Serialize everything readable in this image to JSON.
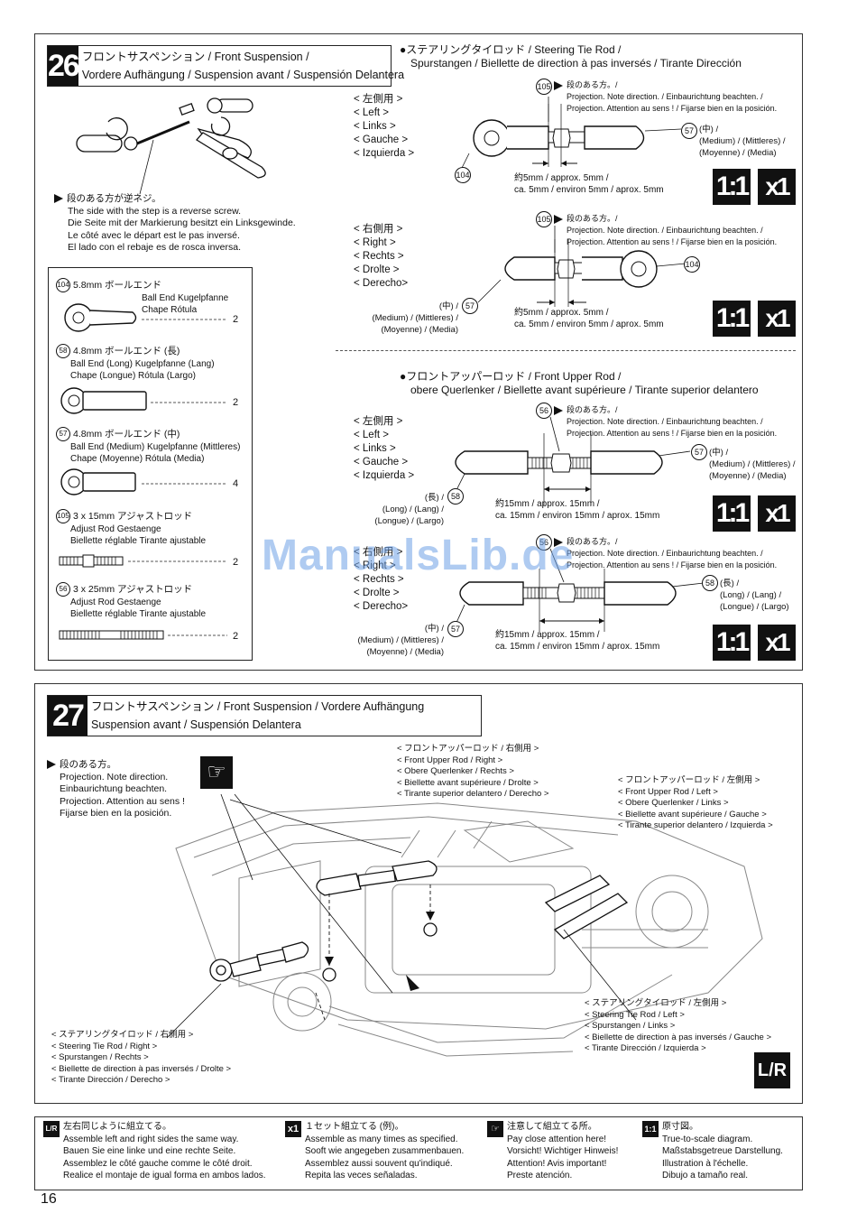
{
  "step26": {
    "number": "26",
    "title_line1": "フロントサスペンション / Front Suspension /",
    "title_line2": "Vordere Aufhängung / Suspension avant / Suspensión Delantera",
    "reverse_note": [
      "段のある方が逆ネジ。",
      "The side with the step is a reverse screw.",
      "Die Seite mit der Markierung besitzt ein Linksgewinde.",
      "Le côté avec le départ est le pas inversé.",
      "El lado con el rebaje es de rosca inversa."
    ],
    "parts": [
      {
        "id": "104",
        "name": "5.8mm ボールエンド",
        "desc1": "Ball End    Kugelpfanne",
        "desc2": "Chape    Rótula",
        "qty": "2"
      },
      {
        "id": "58",
        "name": "4.8mm ボールエンド (長)",
        "desc1": "Ball End (Long)    Kugelpfanne (Lang)",
        "desc2": "Chape (Longue)    Rótula (Largo)",
        "qty": "2"
      },
      {
        "id": "57",
        "name": "4.8mm ボールエンド (中)",
        "desc1": "Ball End (Medium)    Kugelpfanne (Mittleres)",
        "desc2": "Chape (Moyenne)    Rótula (Media)",
        "qty": "4"
      },
      {
        "id": "105",
        "name": "3 x 15mm アジャストロッド",
        "desc1": "Adjust Rod    Gestaenge",
        "desc2": "Biellette réglable    Tirante ajustable",
        "qty": "2"
      },
      {
        "id": "56",
        "name": "3 x 25mm アジャストロッド",
        "desc1": "Adjust Rod    Gestaenge",
        "desc2": "Biellette réglable    Tirante ajustable",
        "qty": "2"
      }
    ],
    "steering": {
      "title1": "ステアリングタイロッド /  Steering Tie Rod /",
      "title2": "Spurstangen / Biellette de direction à pas inversés / Tirante Dirección",
      "left_labels": [
        "< 左側用 >",
        "< Left >",
        "< Links >",
        "< Gauche >",
        "< Izquierda >"
      ],
      "right_labels": [
        "< 右側用 >",
        "< Right >",
        "< Rechts >",
        "< Drolte >",
        "< Derecho>"
      ],
      "proj_jp": "段のある方。/",
      "proj1": "Projection. Note direction. / Einbaurichtung beachten. /",
      "proj2": "Projection. Attention au sens ! / Fijarse bien en la posición.",
      "medium_jp": "(中)  /",
      "medium1": "(Medium) / (Mittleres) /",
      "medium2": "(Moyenne) / (Media)",
      "dist1": "約5mm / approx. 5mm /",
      "dist2": "ca. 5mm / environ 5mm / aprox. 5mm"
    },
    "upper": {
      "title1": "フロントアッパーロッド /  Front Upper Rod /",
      "title2": "obere Querlenker / Biellette avant supérieure / Tirante superior delantero",
      "left_labels": [
        "< 左側用 >",
        "< Left >",
        "< Links >",
        "< Gauche >",
        "< Izquierda >"
      ],
      "right_labels": [
        "< 右側用 >",
        "< Right >",
        "< Rechts >",
        "< Drolte >",
        "< Derecho>"
      ],
      "long_jp": "(長)  /",
      "long1": "(Long) / (Lang) /",
      "long2": "(Longue) / (Largo)",
      "dist1": "約15mm /  approx. 15mm /",
      "dist2": "ca. 15mm / environ 15mm / aprox. 15mm"
    },
    "scale_badge": "1:1",
    "count_badge": "x1"
  },
  "step27": {
    "number": "27",
    "title_line1": "フロントサスペンション / Front Suspension / Vordere Aufhängung",
    "title_line2": "Suspension avant / Suspensión Delantera",
    "projection_note": [
      "段のある方。",
      "Projection. Note direction.",
      "Einbaurichtung beachten.",
      "Projection. Attention au sens !",
      "Fijarse bien en la posición."
    ],
    "upper_right": [
      "< フロントアッパーロッド / 右側用 >",
      "< Front Upper Rod / Right >",
      "< Obere Querlenker / Rechts >",
      "< Biellette avant supérieure / Drolte >",
      "< Tirante superior delantero / Derecho >"
    ],
    "upper_left": [
      "< フロントアッパーロッド / 左側用 >",
      "< Front Upper Rod / Left >",
      "< Obere Querlenker / Links >",
      "< Biellette avant supérieure / Gauche >",
      "< Tirante superior delantero / Izquierda >"
    ],
    "tie_left": [
      "< ステアリングタイロッド / 左側用 >",
      "< Steering Tie Rod / Left >",
      "< Spurstangen / Links >",
      "< Biellette de direction à pas inversés / Gauche >",
      "< Tirante Dirección / Izquierda >"
    ],
    "tie_right": [
      "< ステアリングタイロッド / 右側用 >",
      "< Steering Tie Rod / Right >",
      "< Spurstangen / Rechts >",
      "< Biellette de direction à pas inversés / Drolte >",
      "< Tirante Dirección / Derecho >"
    ],
    "lr_badge": "L/R"
  },
  "legend": [
    {
      "icon": "L/R",
      "lines": [
        "左右同じように組立てる。",
        "Assemble left and right sides the same way.",
        "Bauen Sie eine linke und eine rechte Seite.",
        "Assemblez le côté gauche comme le côté droit.",
        "Realice el montaje de igual forma en ambos lados."
      ]
    },
    {
      "icon": "x1",
      "lines": [
        "１セット組立てる (例)。",
        "Assemble as many times as specified.",
        "Sooft wie angegeben zusammenbauen.",
        "Assemblez aussi souvent qu'indiqué.",
        "Repita las veces señaladas."
      ]
    },
    {
      "icon": "☞",
      "lines": [
        "注意して組立てる所。",
        "Pay close attention here!",
        "Vorsicht!  Wichtiger Hinweis!",
        "Attention! Avis important!",
        "Preste atención."
      ]
    },
    {
      "icon": "1:1",
      "lines": [
        "原寸図。",
        "True-to-scale diagram.",
        "Maßstabsgetreue Darstellung.",
        "Illustration à l'échelle.",
        "Dibujo a tamaño real."
      ]
    }
  ],
  "page_number": "16",
  "watermark": "ManualsLib.de"
}
